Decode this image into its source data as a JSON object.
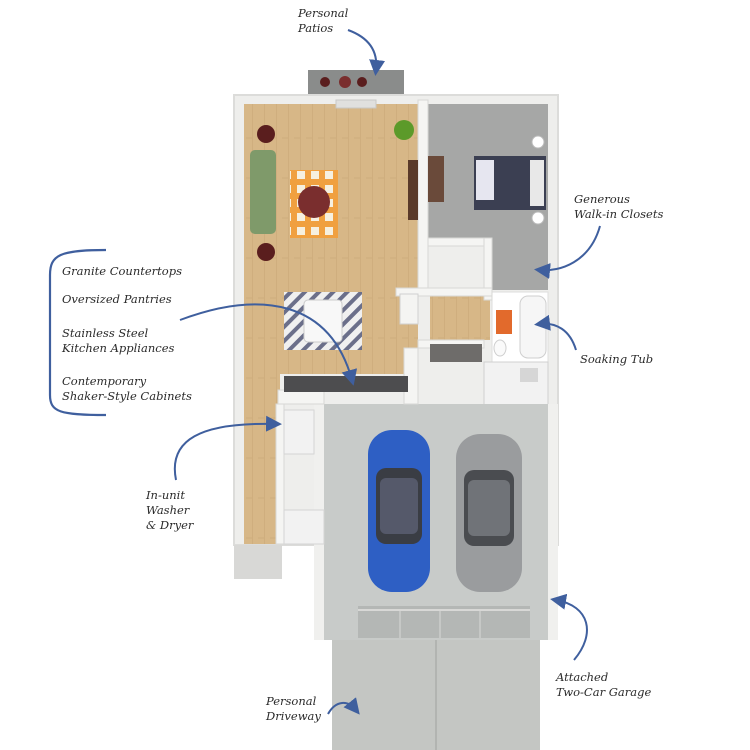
{
  "labels": {
    "patios": [
      "Personal",
      "Patios"
    ],
    "closets": [
      "Generous",
      "Walk-in Closets"
    ],
    "soaking_tub": [
      "Soaking Tub"
    ],
    "granite": [
      "Granite Countertops"
    ],
    "pantries": [
      "Oversized Pantries"
    ],
    "appliances": [
      "Stainless Steel",
      "Kitchen Appliances"
    ],
    "cabinets": [
      "Contemporary",
      "Shaker-Style Cabinets"
    ],
    "washer": [
      "In-unit",
      "Washer",
      "& Dryer"
    ],
    "garage": [
      "Attached",
      "Two-Car Garage"
    ],
    "driveway": [
      "Personal",
      "Driveway"
    ]
  },
  "colors": {
    "wood_floor": "#d8b88a",
    "carpet": "#a9a9a9",
    "garage_floor": "#c9ccca",
    "wall": "#f4f4f2",
    "annotation_ink": "#3f5f9e",
    "car_blue": "#2e5fc4",
    "car_silver": "#9a9c9e",
    "sofa": "#7f9a6a",
    "rug_orange": "#e08a2a"
  }
}
